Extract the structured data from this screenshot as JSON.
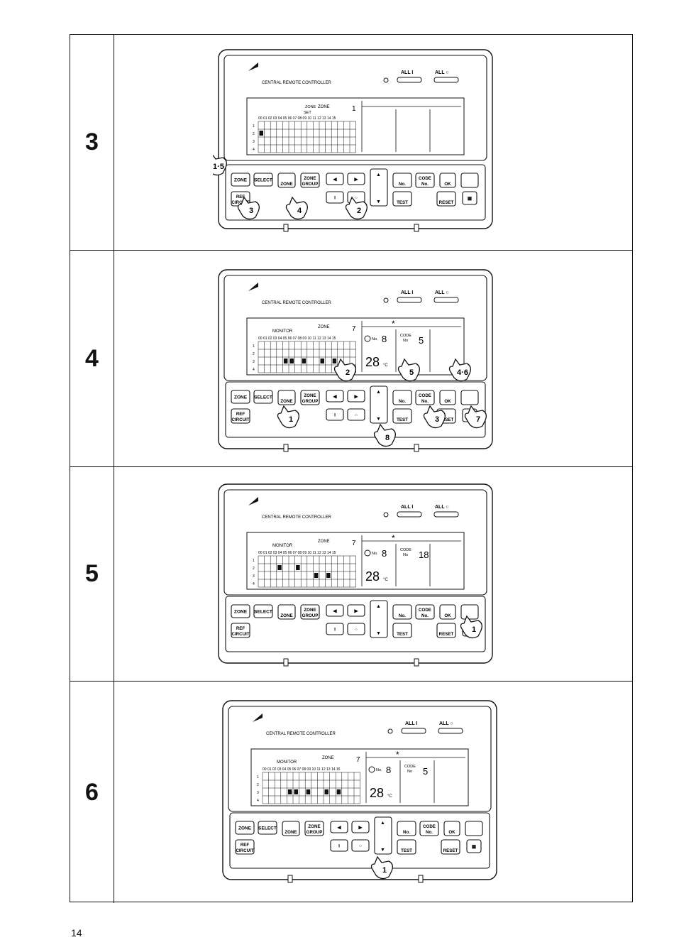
{
  "page_number": "14",
  "controller": {
    "title": "CENTRAL REMOTE CONTROLLER",
    "all_on_label": "ALL I",
    "all_off_label": "ALL ○",
    "monitor_label": "MONITOR",
    "zone_label": "ZONE",
    "zone_set_label": "SET",
    "columns": "00 01 02 03 04 05 06 07 08 09 10 11 12 13 14 15",
    "row_labels": [
      "1",
      "2",
      "3",
      "4"
    ],
    "timer_no_label": "No.",
    "code_label": "CODE",
    "code_no_label": "No",
    "temperature": "28",
    "temp_unit": "°C",
    "star": "*",
    "buttons": {
      "zone": "ZONE",
      "select": "SELECT",
      "zone_enter": "ZONE",
      "zone_group_1": "ZONE",
      "zone_group_2": "GROUP",
      "ref_1": "REF",
      "ref_2": "CIRCUIT",
      "no": "No.",
      "code_1": "CODE",
      "code_2": "No.",
      "ok": "OK",
      "test": "TEST",
      "reset": "RESET"
    }
  },
  "steps": [
    {
      "number": "3",
      "zone_value": "1",
      "code_value": "",
      "callouts": [
        "1·5",
        "3",
        "4",
        "2"
      ]
    },
    {
      "number": "4",
      "zone_value": "7",
      "code_value": "5",
      "timer_value": "8",
      "callouts": [
        "2",
        "5",
        "4·6",
        "1",
        "3",
        "7",
        "8"
      ]
    },
    {
      "number": "5",
      "zone_value": "7",
      "code_value": "18",
      "timer_value": "8",
      "callouts": [
        "1"
      ]
    },
    {
      "number": "6",
      "zone_value": "7",
      "code_value": "5",
      "timer_value": "8",
      "callouts": [
        "1"
      ]
    }
  ]
}
